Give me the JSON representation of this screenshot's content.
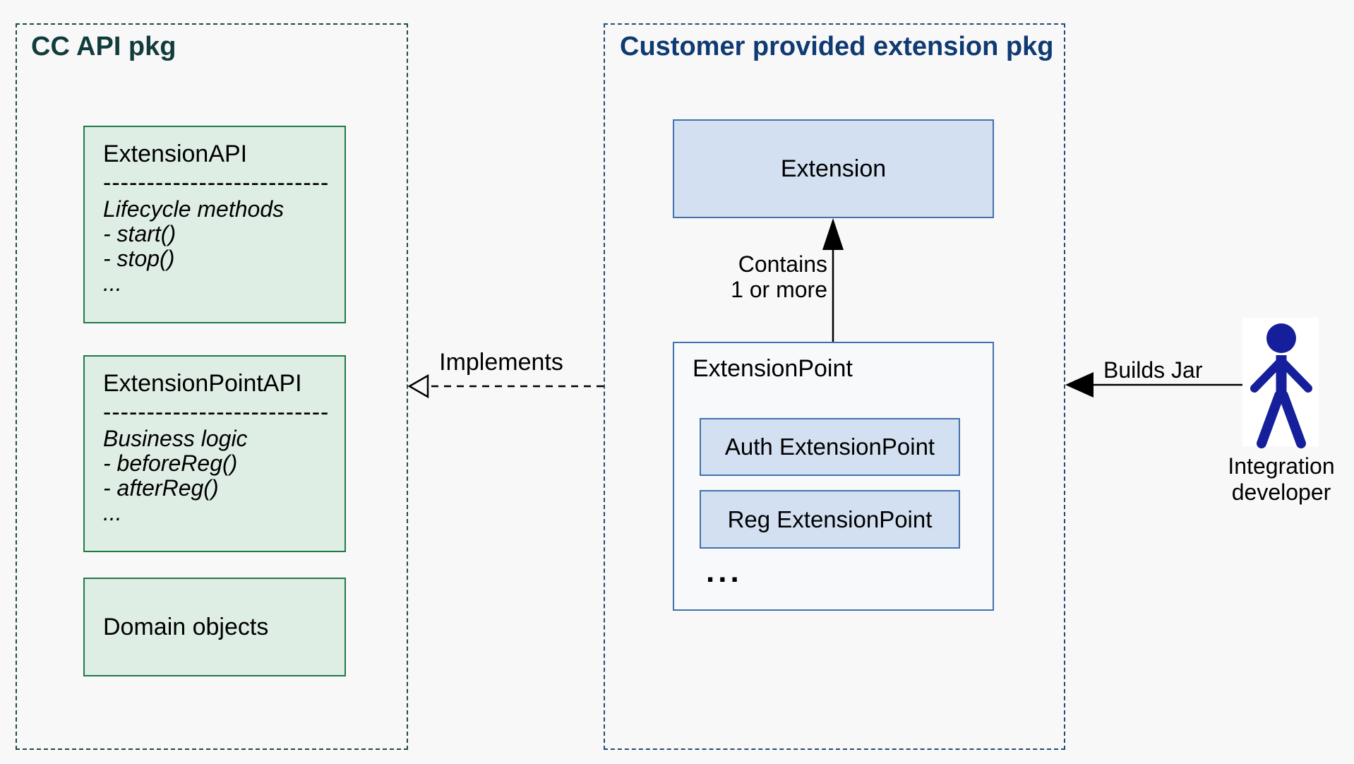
{
  "colors": {
    "page_bg": "#f8f8f8",
    "left_pkg_border": "#1d4a4a",
    "left_pkg_title": "#123c3c",
    "right_pkg_border": "#1f4e79",
    "right_pkg_title": "#0f3a72",
    "class_green_fill": "#dfeee5",
    "class_green_border": "#217a46",
    "class_blue_fill": "#d3e0f1",
    "class_blue_border": "#4371ad",
    "arrow_black": "#000000",
    "actor_navy": "#151f9b"
  },
  "left_package": {
    "title": "CC API pkg",
    "classes": [
      {
        "name": "ExtensionAPI",
        "separator": "--------------------------",
        "category": "Lifecycle methods",
        "members": [
          "- start()",
          "- stop()",
          "..."
        ]
      },
      {
        "name": "ExtensionPointAPI",
        "separator": "--------------------------",
        "category": "Business logic",
        "members": [
          "- beforeReg()",
          "- afterReg()",
          "..."
        ]
      }
    ],
    "simple_class": {
      "name": "Domain objects"
    }
  },
  "right_package": {
    "title": "Customer provided extension pkg",
    "extension_class": {
      "name": "Extension"
    },
    "contains_arrow": {
      "label_line1": "Contains",
      "label_line2": "1 or more"
    },
    "extension_point_class": {
      "name": "ExtensionPoint",
      "instances": [
        "Auth ExtensionPoint",
        "Reg ExtensionPoint"
      ],
      "more_indicator": "..."
    }
  },
  "relations": {
    "implements": {
      "label": "Implements"
    },
    "builds_jar": {
      "label": "Builds Jar"
    }
  },
  "actor": {
    "name_line1": "Integration",
    "name_line2": "developer"
  }
}
